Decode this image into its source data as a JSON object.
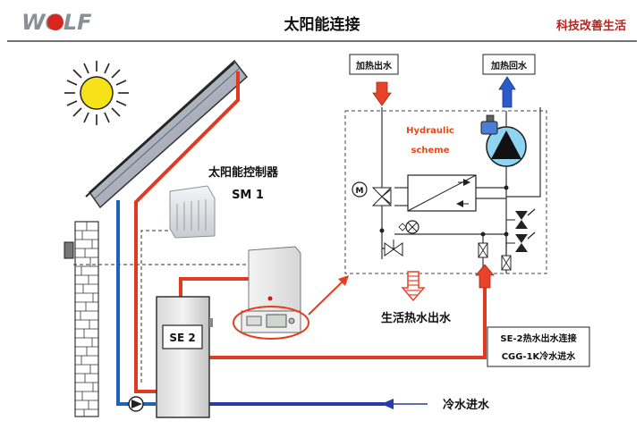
{
  "header": {
    "logo_text": "WOLF",
    "title": "太阳能连接",
    "slogan": "科技改善生活"
  },
  "labels": {
    "heating_out": "加热出水",
    "heating_return": "加热回水",
    "hydraulic_line1": "Hydraulic",
    "hydraulic_line2": "scheme",
    "controller_name": "太阳能控制器",
    "controller_model": "SM 1",
    "storage_tank": "SE 2",
    "domestic_hot_out": "生活热水出水",
    "conn_line1": "SE-2热水出水连接",
    "conn_line2": "CGG-1K冷水进水",
    "cold_in": "冷水进水",
    "motor_symbol": "M"
  },
  "colors": {
    "logo_red": "#d8261c",
    "slogan_red": "#c0201a",
    "hot_pipe": "#e03a20",
    "cold_pipe": "#1f63b8",
    "cold_in_pipe": "#2a3aa8",
    "sun": "#f7e21a",
    "hot_arrow": "#e8432a",
    "return_arrow": "#2a5cc8"
  }
}
